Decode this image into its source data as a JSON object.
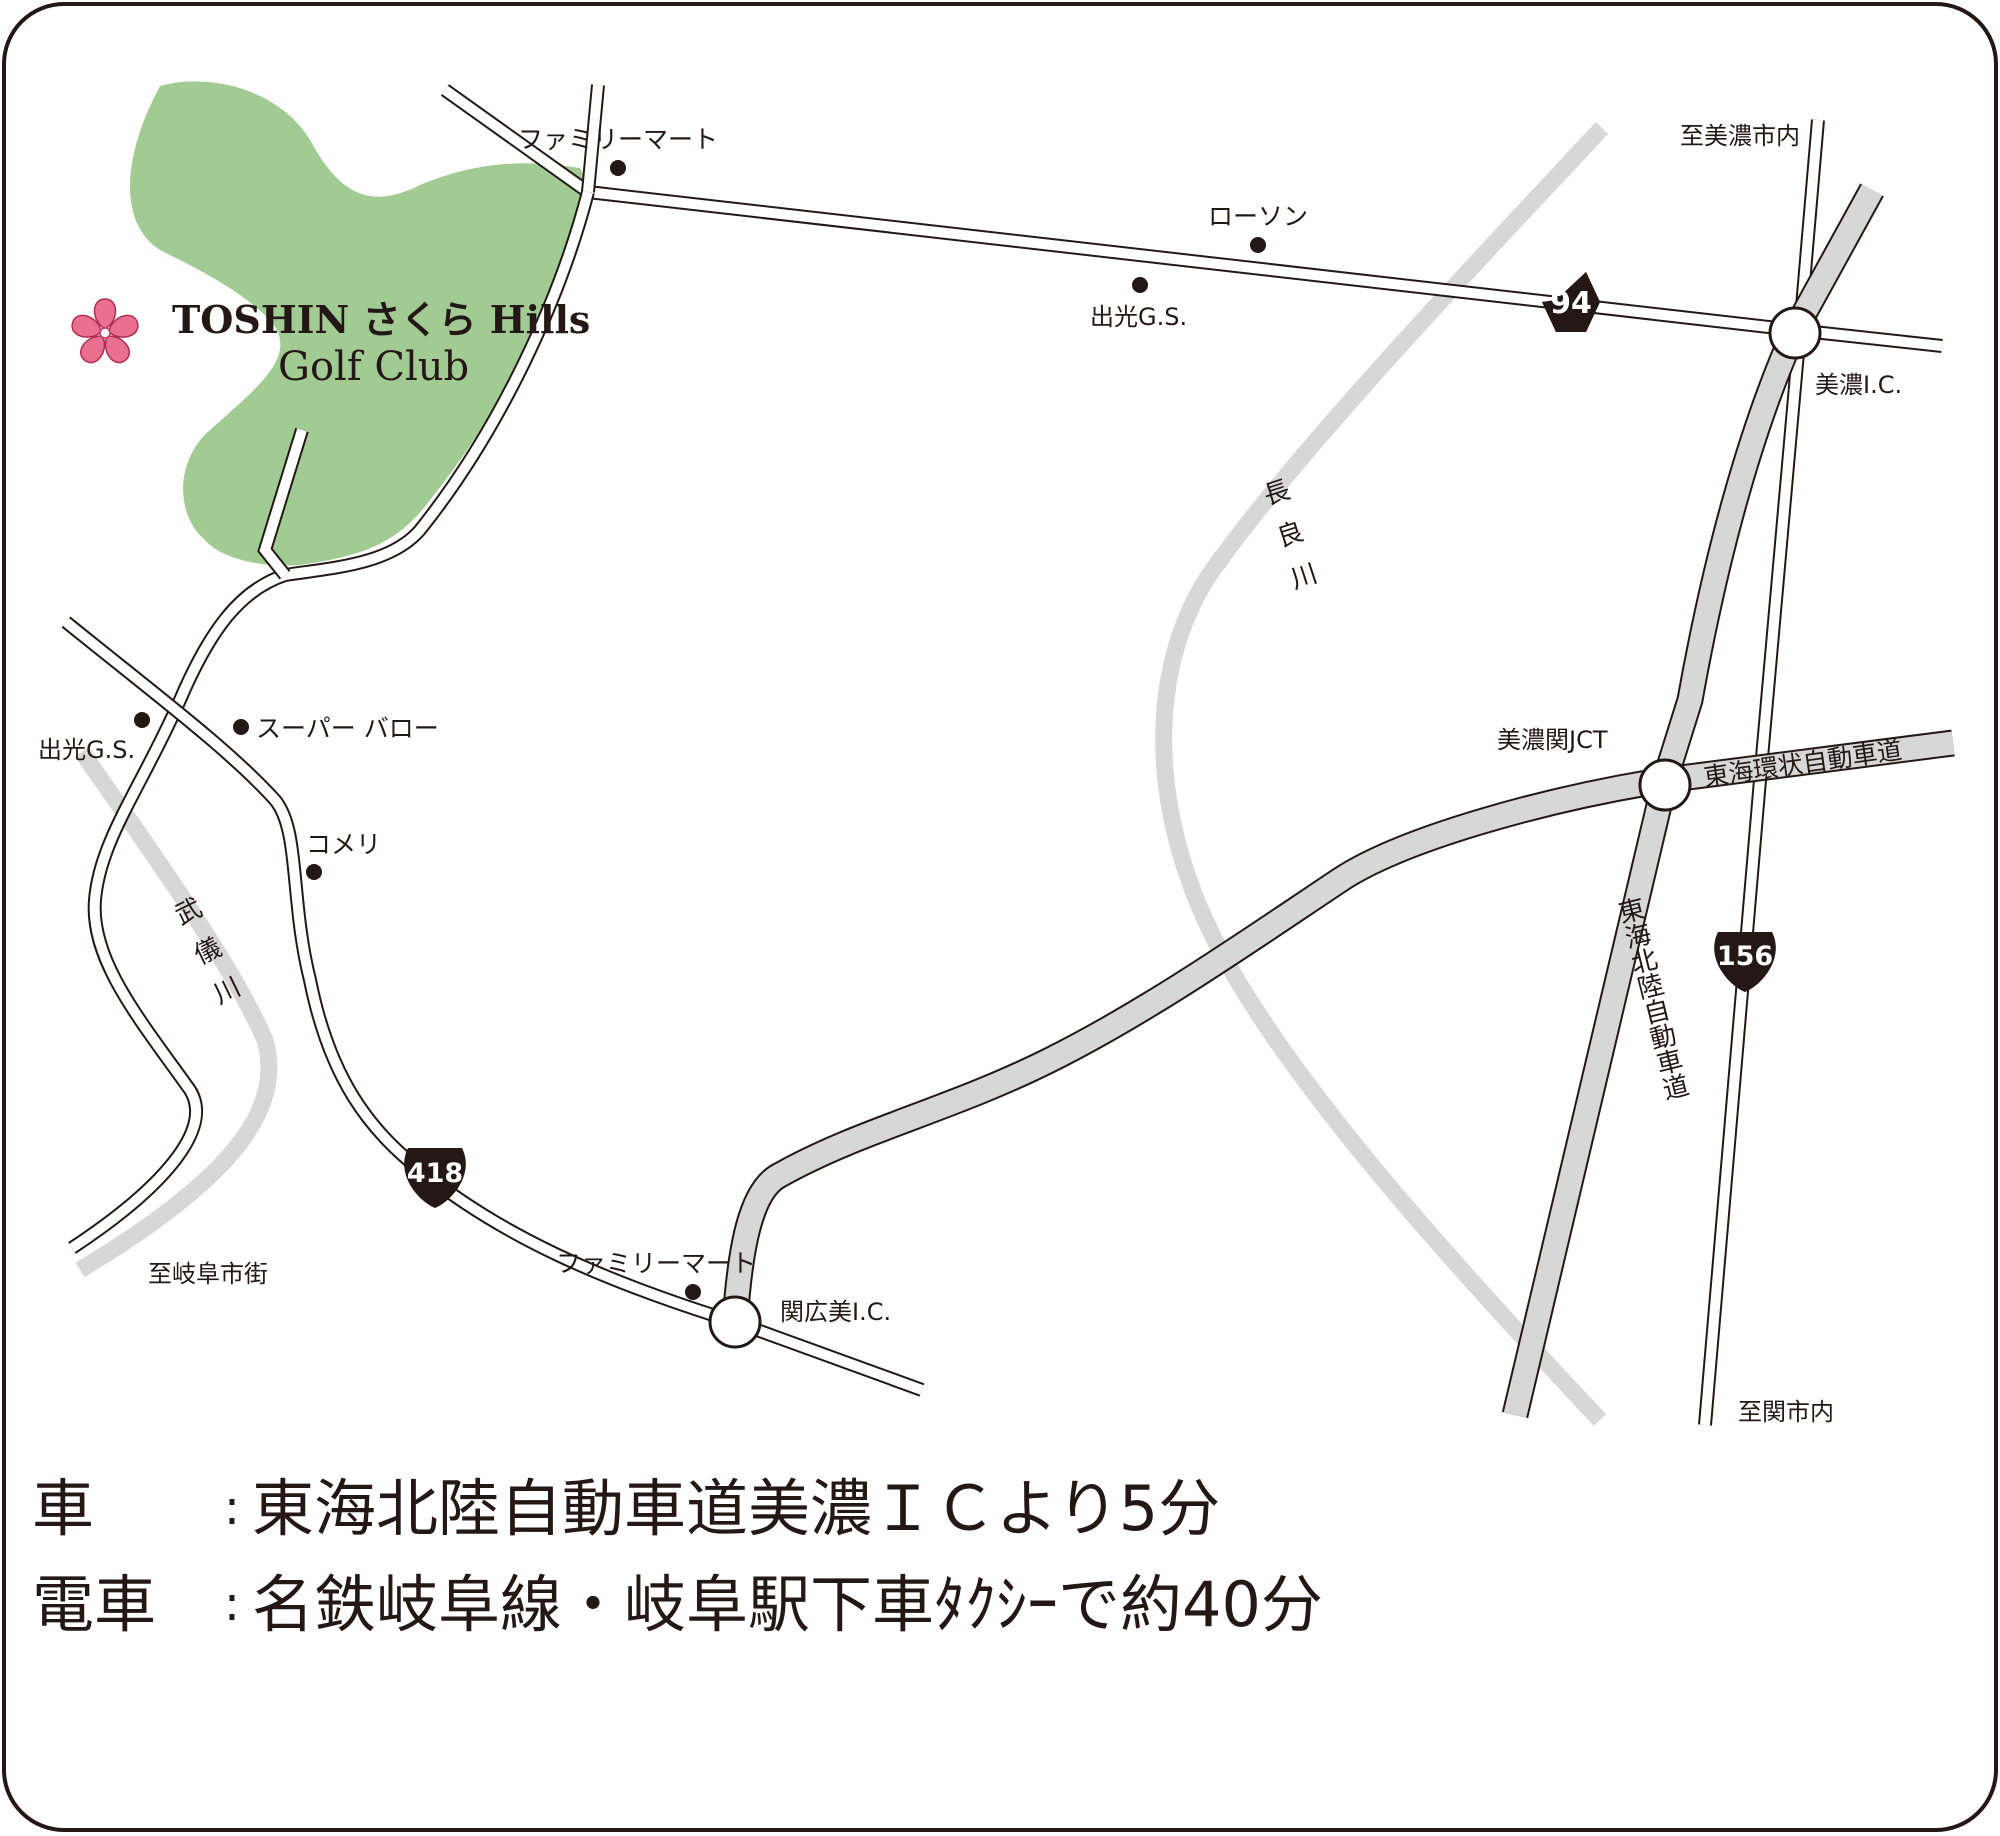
{
  "logo": {
    "title": "TOSHIN さくら Hills",
    "subtitle": "Golf Club",
    "icon": "sakura-flower-icon",
    "course_color": "#a2cb94",
    "flower_color": "#e9708f"
  },
  "roads": {
    "expressway_color": "#d7d7d7",
    "river_color": "#d7d7d7"
  },
  "places": {
    "family_mart_top": "ファミリーマート",
    "lawson": "ローソン",
    "idemitsu_east": "出光G.S.",
    "idemitsu_west": "出光G.S.",
    "super_barrow": "スーパー バロー",
    "komeri": "コメリ",
    "family_mart_bottom": "ファミリーマート"
  },
  "interchanges": {
    "mino_ic": "美濃I.C.",
    "mino_seki_jct": "美濃関JCT",
    "seki_hiromi_ic": "関広美I.C."
  },
  "directions": {
    "to_mino_city": "至美濃市内",
    "to_seki_city": "至関市内",
    "to_gifu_city": "至岐阜市街"
  },
  "route_numbers": {
    "r94": "94",
    "r156": "156",
    "r418": "418"
  },
  "expressways": {
    "tokai_kanjo": "東海環状自動車道",
    "tokai_hokuriku": "東海北陸自動車道"
  },
  "rivers": {
    "nagara": "長良川",
    "mugi": "武儀川"
  },
  "access": [
    {
      "mode": "車",
      "description": "東海北陸自動車道美濃ＩＣより5分"
    },
    {
      "mode": "電車",
      "description": "名鉄岐阜線・岐阜駅下車ﾀｸｼｰで約40分"
    }
  ]
}
